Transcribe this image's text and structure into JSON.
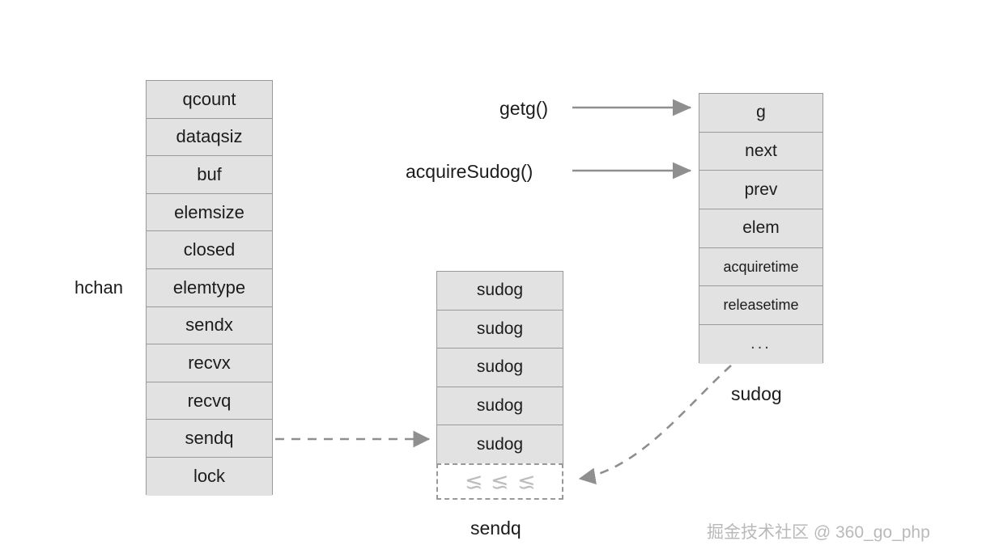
{
  "diagram": {
    "title": "Go channel hchan / sudog / g structure diagram",
    "colors": {
      "box_fill": "#e2e2e2",
      "box_border": "#9a9a9a",
      "arrow": "#8f8f8f",
      "text": "#1c1c1c",
      "watermark": "#b9b9b9",
      "squiggle": "#bdbdbd",
      "background": "#ffffff"
    },
    "hchan": {
      "label": "hchan",
      "fields": [
        "qcount",
        "dataqsiz",
        "buf",
        "elemsize",
        "closed",
        "elemtype",
        "sendx",
        "recvx",
        "recvq",
        "sendq",
        "lock"
      ]
    },
    "sudog_list": {
      "label": "sendq",
      "entries": [
        "sudog",
        "sudog",
        "sudog",
        "sudog",
        "sudog"
      ],
      "placeholder_glyphs": [
        "≳",
        "≳",
        "≳"
      ]
    },
    "g_struct": {
      "label": "sudog",
      "fields": [
        "g",
        "next",
        "prev",
        "elem",
        "acquiretime",
        "releasetime",
        "..."
      ]
    },
    "calls": [
      {
        "name": "getg-call",
        "label": "getg()"
      },
      {
        "name": "acquire-sudog-call",
        "label": "acquireSudog()"
      }
    ],
    "watermark": "掘金技术社区 @ 360_go_php"
  }
}
